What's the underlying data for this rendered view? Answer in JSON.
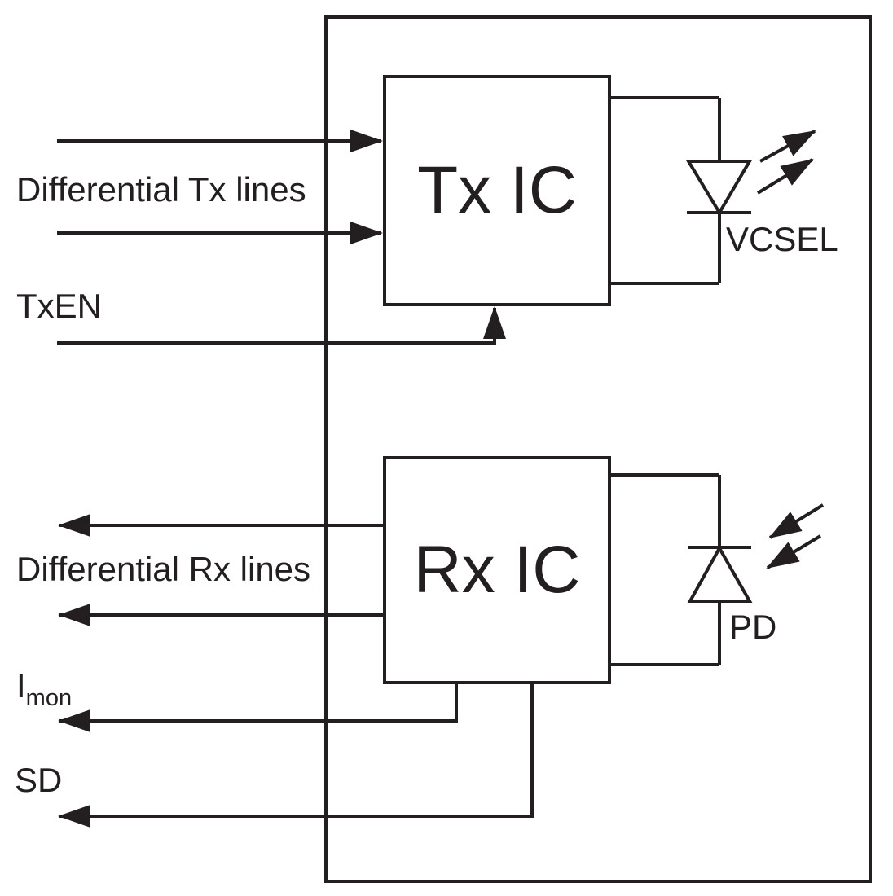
{
  "diagram": {
    "kind": "optical transceiver block diagram",
    "blocks": {
      "tx_ic": {
        "label": "Tx IC"
      },
      "rx_ic": {
        "label": "Rx IC"
      }
    },
    "optical_devices": {
      "vcsel": {
        "label": "VCSEL",
        "symbol": "laser-diode",
        "light_arrows": "outward"
      },
      "pd": {
        "label": "PD",
        "symbol": "photodiode",
        "light_arrows": "inward"
      }
    },
    "signals": {
      "diff_tx": {
        "label": "Differential Tx lines",
        "direction": "in",
        "line_count": 2
      },
      "txen": {
        "label": "TxEN",
        "direction": "in",
        "line_count": 1
      },
      "diff_rx": {
        "label": "Differential Rx lines",
        "direction": "out",
        "line_count": 2
      },
      "imon": {
        "label_main": "I",
        "label_sub": "mon",
        "direction": "out",
        "line_count": 1
      },
      "sd": {
        "label": "SD",
        "direction": "out",
        "line_count": 1
      }
    },
    "colors": {
      "ink": "#231f20",
      "background": "#ffffff"
    }
  }
}
